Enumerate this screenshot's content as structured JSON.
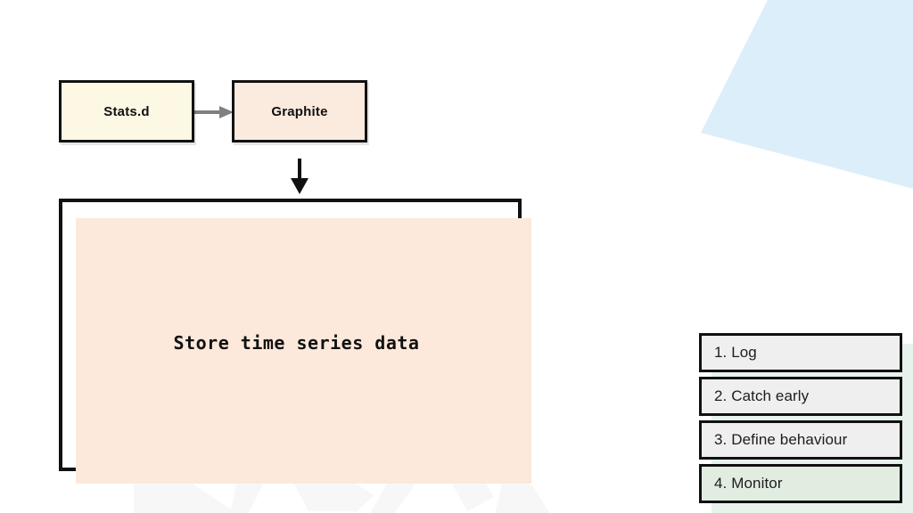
{
  "slide": {
    "title": "Store time series data",
    "background_color": "#ffffff"
  },
  "diagram": {
    "nodes": [
      {
        "id": "statsd",
        "label": "Stats.d",
        "fill": "#FDF8E3",
        "border": "#111111"
      },
      {
        "id": "graphite",
        "label": "Graphite",
        "fill": "#FBEADE",
        "border": "#111111"
      }
    ],
    "connectors": [
      {
        "id": "statsd-to-graphite",
        "type": "arrow-right",
        "color": "#808080"
      },
      {
        "id": "graphite-to-store",
        "type": "arrow-down",
        "color": "#111111"
      }
    ],
    "store_box": {
      "label": "Store time series data",
      "fill": "#FCE9DB",
      "border": "#111111"
    }
  },
  "steps": {
    "items": [
      {
        "number": "1.",
        "label": "1.  Log",
        "active": false,
        "fill": "#EFEFEF"
      },
      {
        "number": "2.",
        "label": "2.  Catch early",
        "active": false,
        "fill": "#EFEFEF"
      },
      {
        "number": "3.",
        "label": "3.  Define behaviour",
        "active": false,
        "fill": "#EFEFEF"
      },
      {
        "number": "4.",
        "label": "4. Monitor",
        "active": true,
        "fill": "#E2EDE2"
      }
    ]
  },
  "decorations": {
    "blue_shape_color": "#DCEEF9",
    "mint_shape_color": "#E7F2EC",
    "watermark_color": "#F1F1F1"
  }
}
